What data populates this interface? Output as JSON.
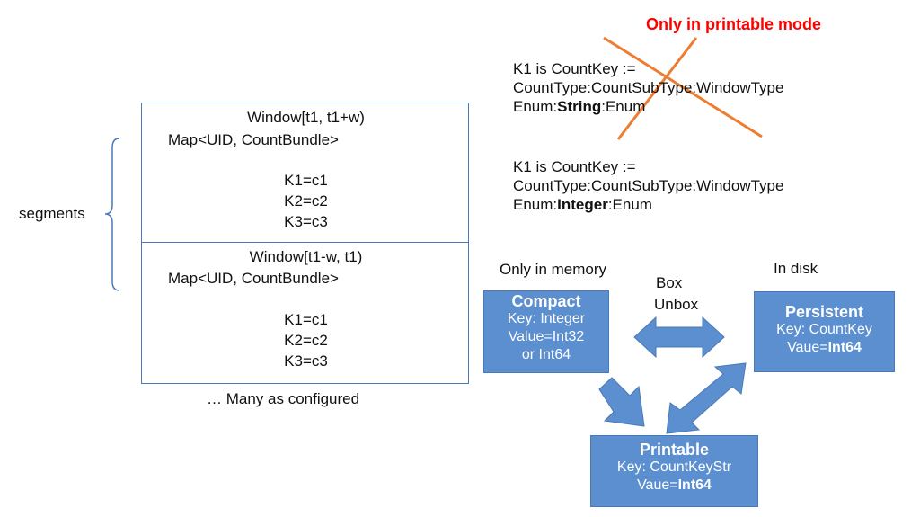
{
  "segments_label": "segments",
  "windows": [
    {
      "title": "Window[t1, t1+w)",
      "map": "Map<UID, CountBundle>",
      "items": [
        "K1=c1",
        "K2=c2",
        "K3=c3"
      ]
    },
    {
      "title": "Window[t1-w, t1)",
      "map": "Map<UID, CountBundle>",
      "items": [
        "K1=c1",
        "K2=c2",
        "K3=c3"
      ]
    }
  ],
  "many_configured": "… Many as configured",
  "printable_note": "Only in printable mode",
  "key_def_string": {
    "line1": "K1 is CountKey :=",
    "line2": "CountType:CountSubType:WindowType",
    "line3_pre": "Enum:",
    "line3_bold": "String",
    "line3_post": ":Enum"
  },
  "key_def_integer": {
    "line1": "K1 is CountKey :=",
    "line2": "CountType:CountSubType:WindowType",
    "line3_pre": "Enum:",
    "line3_bold": "Integer",
    "line3_post": ":Enum"
  },
  "only_in_memory": "Only in memory",
  "in_disk": "In disk",
  "box_label": "Box",
  "unbox_label": "Unbox",
  "compact": {
    "title": "Compact",
    "line1": "Key: Integer",
    "line2": "Value=Int32",
    "line3": "or Int64"
  },
  "persistent": {
    "title": "Persistent",
    "line1": "Key: CountKey",
    "line2_pre": "Vaue=",
    "line2_bold": "Int64"
  },
  "printable": {
    "title": "Printable",
    "line1": "Key: CountKeyStr",
    "line2_pre": "Vaue=",
    "line2_bold": "Int64"
  },
  "colors": {
    "box_fill": "#5b8fd0",
    "box_border": "#4a79b6",
    "cross": "#ed7d31",
    "note": "#ff0000"
  }
}
